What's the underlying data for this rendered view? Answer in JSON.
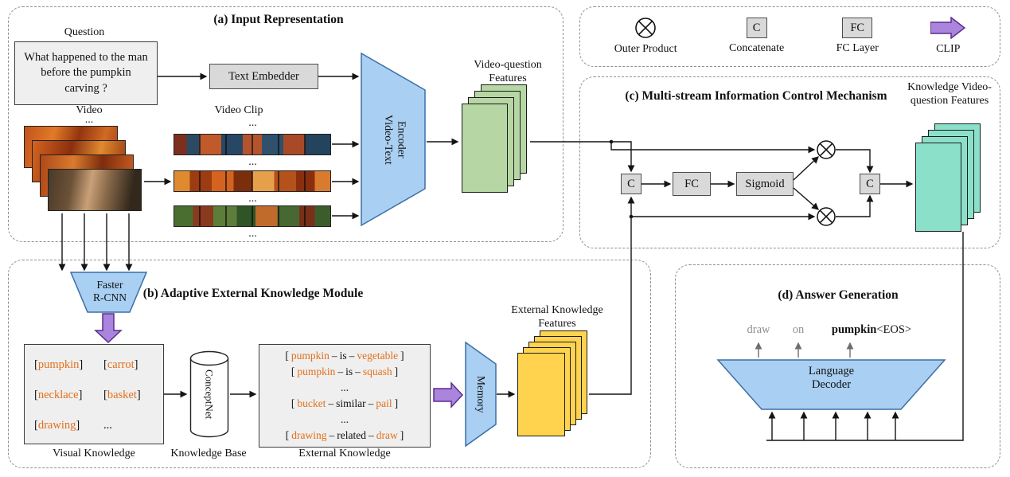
{
  "panels": {
    "a_title": "(a) Input Representation",
    "b_title": "(b) Adaptive External Knowledge Module",
    "c_title": "(c) Multi-stream Information Control Mechanism",
    "d_title": "(d) Answer Generation"
  },
  "legend": {
    "outer_product_label": "Outer Product",
    "concatenate_symbol": "C",
    "concatenate_label": "Concatenate",
    "fc_symbol": "FC",
    "fc_label": "FC Layer",
    "clip_label": "CLIP"
  },
  "input": {
    "question_label": "Question",
    "question_text": "What happened to the man before the pumpkin carving ?",
    "text_embedder_label": "Text Embedder",
    "video_label": "Video",
    "video_clip_label": "Video Clip",
    "ellipsis": "...",
    "encoder_line1": "Video-Text",
    "encoder_line2": "Encoder",
    "vq_features_label": "Video-question Features"
  },
  "control": {
    "concat1_symbol": "C",
    "fc_symbol": "FC",
    "sigmoid_label": "Sigmoid",
    "concat2_symbol": "C",
    "kvq_features_label": "Knowledge Video-question Features"
  },
  "knowledge": {
    "faster_rcnn_line1": "Faster",
    "faster_rcnn_line2": "R-CNN",
    "bracket_open": "[",
    "bracket_close": "]",
    "triple_sep": "–",
    "ellipsis": "...",
    "visual_words": [
      "pumpkin",
      "carrot",
      "necklace",
      "basket",
      "drawing"
    ],
    "visual_label": "Visual Knowledge",
    "conceptnet_label": "ConceptNet",
    "kb_label": "Knowledge Base",
    "triples": [
      {
        "head": "pumpkin",
        "rel": "is",
        "tail": "vegetable"
      },
      {
        "head": "pumpkin",
        "rel": "is",
        "tail": "squash"
      },
      {
        "head": "bucket",
        "rel": "similar",
        "tail": "pail"
      },
      {
        "head": "drawing",
        "rel": "related",
        "tail": "draw"
      }
    ],
    "external_label": "External Knowledge",
    "memory_label": "Memory",
    "ek_features_label": "External Knowledge Features"
  },
  "answer": {
    "word1": "draw",
    "word2": "on",
    "word3": "pumpkin",
    "word4": "<EOS>",
    "decoder_line1": "Language",
    "decoder_line2": "Decoder"
  }
}
